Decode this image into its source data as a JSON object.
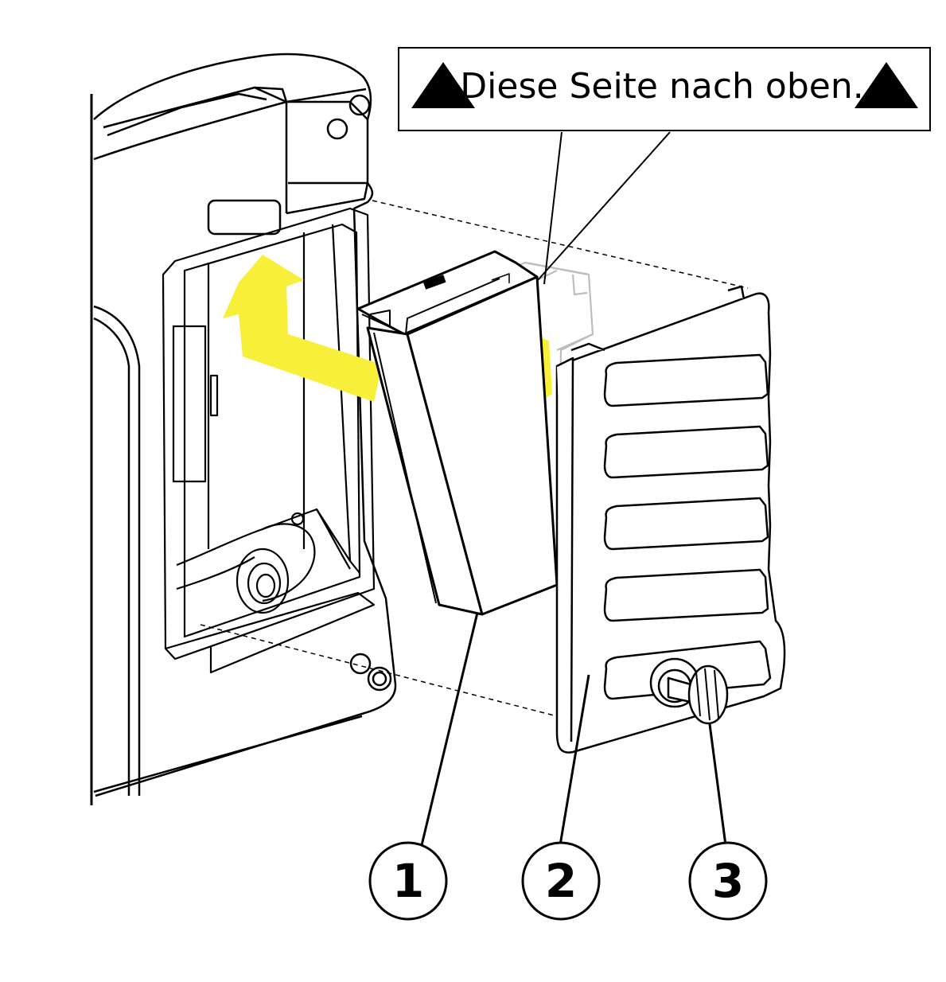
{
  "banner": {
    "text": "Diese Seite nach oben."
  },
  "callouts": [
    {
      "label": "1",
      "refers_to": "battery"
    },
    {
      "label": "2",
      "refers_to": "battery-door"
    },
    {
      "label": "3",
      "refers_to": "thumb-screw"
    }
  ],
  "colors": {
    "line": "#000000",
    "arrow": "#f7ef3a",
    "ghost": "#bdbdbd",
    "background": "#ffffff"
  }
}
